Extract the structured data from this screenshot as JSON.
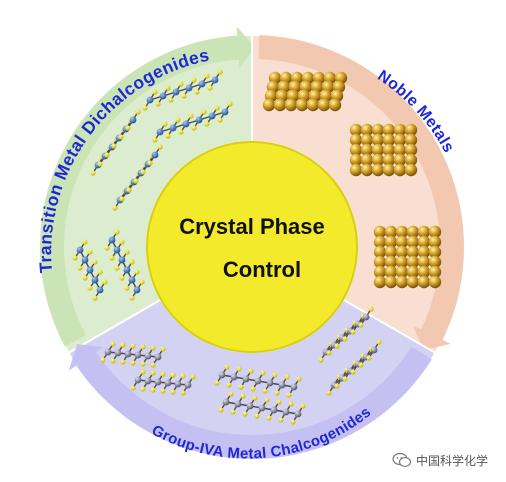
{
  "center": {
    "line1": "Crystal Phase",
    "line2": "Control"
  },
  "segments": [
    {
      "id": "tmd",
      "label": "Transition Metal Dichalcogenides",
      "fill": "#dceccf",
      "arrow": "#c9e4b3"
    },
    {
      "id": "noble",
      "label": "Noble Metals",
      "fill": "#f8dfd1",
      "arrow": "#f2c6ae"
    },
    {
      "id": "group4",
      "label": "Group-IVA Metal Chalcogenides",
      "fill": "#d4d2f2",
      "arrow": "#c3bff0"
    }
  ],
  "watermark": {
    "text": "中国科学化学"
  },
  "colors": {
    "center_fill": "#f2ea2b",
    "center_stroke": "#d8cf10",
    "label": "#1f28d6",
    "gold": "#c8941f",
    "sulfur": "#e7df1a",
    "metal_blue": "#3c6fb6",
    "metal_gray": "#8a8a9a"
  }
}
